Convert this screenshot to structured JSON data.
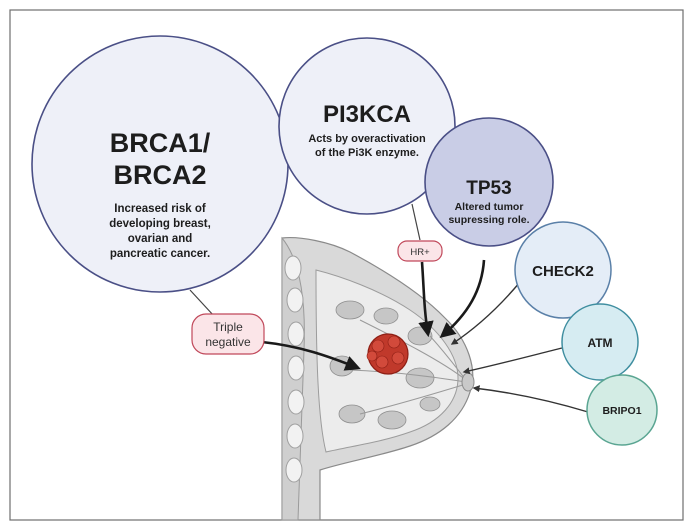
{
  "colors": {
    "frame": "#6e6e6e",
    "bubble_fill_light": "#eef0f8",
    "bubble_stroke": "#4a4f86",
    "tp53_fill": "#c9cde6",
    "check2_fill": "#e4edf7",
    "check2_stroke": "#5a80a8",
    "atm_fill": "#d6ecf2",
    "atm_stroke": "#3f8ea0",
    "bripo1_fill": "#d3ece4",
    "bripo1_stroke": "#5aa592",
    "tag_fill": "#fbe5e8",
    "tag_stroke": "#c0485a",
    "tumor": "#c0392b",
    "arrow": "#1a1a1a"
  },
  "genes": {
    "brca": {
      "title_line1": "BRCA1/",
      "title_line2": "BRCA2",
      "desc_lines": [
        "Increased risk of",
        "developing breast,",
        "ovarian and",
        "pancreatic cancer."
      ]
    },
    "pi3kca": {
      "title": "PI3KCA",
      "desc_lines": [
        "Acts by overactivation",
        "of the Pi3K enzyme."
      ]
    },
    "tp53": {
      "title": "TP53",
      "desc_lines": [
        "Altered tumor",
        "supressing role."
      ]
    },
    "check2": {
      "title": "CHECK2"
    },
    "atm": {
      "title": "ATM"
    },
    "bripo1": {
      "title": "BRIPO1"
    }
  },
  "tags": {
    "triple_negative": {
      "line1": "Triple",
      "line2": "negative"
    },
    "hr_plus": {
      "label": "HR+"
    }
  }
}
